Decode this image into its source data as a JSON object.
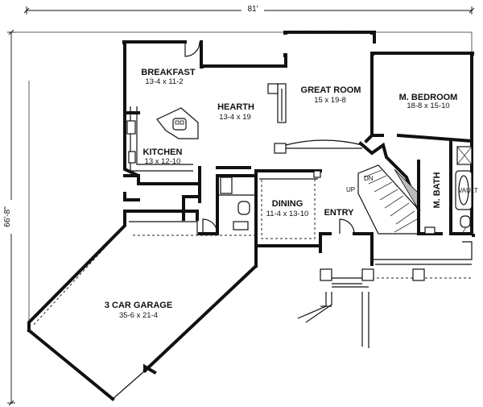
{
  "dimensions": {
    "width": "81'",
    "depth": "66'-8\""
  },
  "rooms": {
    "breakfast": {
      "name": "BREAKFAST",
      "size": "13-4 x 11-2"
    },
    "hearth": {
      "name": "HEARTH",
      "size": "13-4 x 19"
    },
    "great_room": {
      "name": "GREAT ROOM",
      "size": "15 x 19-8"
    },
    "m_bedroom": {
      "name": "M. BEDROOM",
      "size": "18-8 x 15-10"
    },
    "kitchen": {
      "name": "KITCHEN",
      "size": "13 x 12-10"
    },
    "dining": {
      "name": "DINING",
      "size": "11-4 x 13-10"
    },
    "entry": {
      "name": "ENTRY"
    },
    "m_bath": {
      "name": "M. BATH"
    },
    "garage": {
      "name": "3 CAR GARAGE",
      "size": "35-6 x 21-4"
    }
  },
  "stair": {
    "up": "UP",
    "down": "DN"
  },
  "fixtures": {
    "vault": "VAULT"
  }
}
